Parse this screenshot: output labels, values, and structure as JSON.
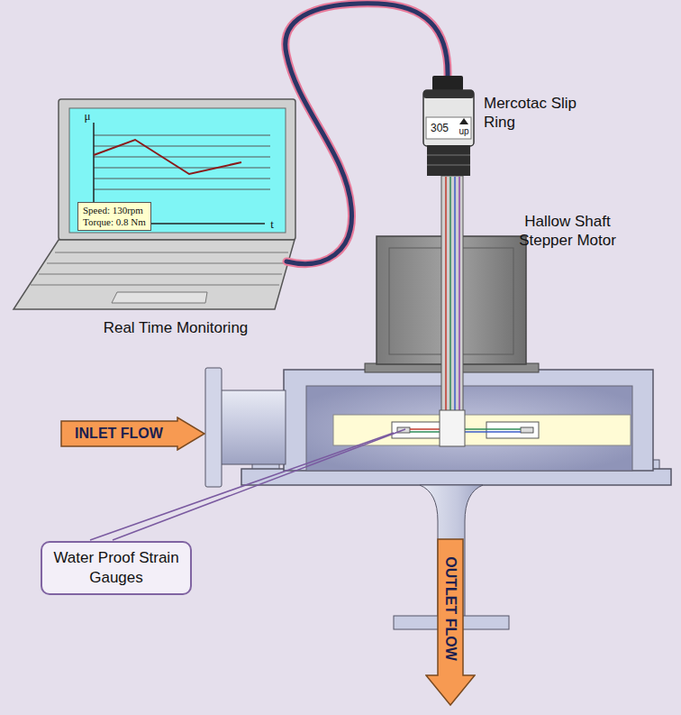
{
  "diagram": {
    "nodes": [
      {
        "text": [
          "Speed: 130rpm",
          "Torque: 0.8 Nm"
        ]
      },
      {
        "text": [
          "INLET FLOW"
        ]
      },
      {
        "text": [
          "Water Proof Strain Gauges"
        ]
      },
      {
        "text": [
          "OUTLET FLOW"
        ]
      }
    ],
    "labels": [
      "Mercotac Slip Ring",
      "305",
      "up",
      "Hallow Shaft Stepper Motor",
      "Real Time Monitoring",
      "μ",
      "t"
    ]
  }
}
